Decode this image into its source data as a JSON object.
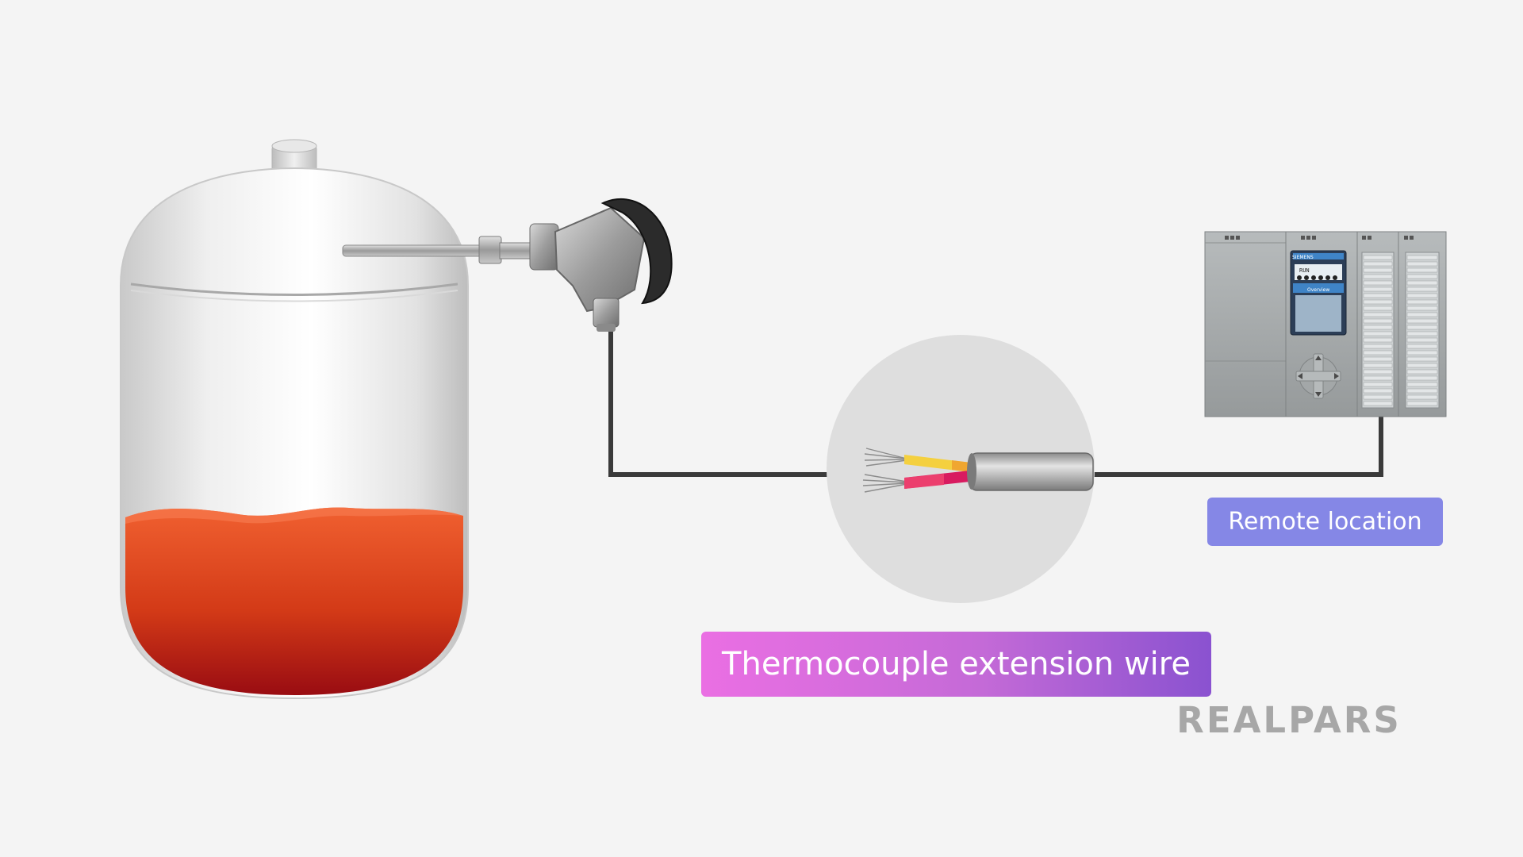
{
  "labels": {
    "extension_wire": "Thermocouple extension wire",
    "remote_location": "Remote location"
  },
  "brand": {
    "logo_text": "REALPARS"
  },
  "plc": {
    "brand": "SIEMENS",
    "status": "RUN",
    "screen_label": "Overview"
  },
  "colors": {
    "background": "#f4f4f4",
    "tank_body": "#e6e6e6",
    "liquid_top": "#f05a28",
    "liquid_bottom": "#9c0f12",
    "wire": "#3a3a3a",
    "conductor_positive": "#f4d03f",
    "conductor_negative": "#d81b60",
    "plc_housing": "#a9adae",
    "label_purple": "#8587e6",
    "label_pink_start": "#ea6fe3",
    "label_pink_end": "#8a52d0"
  }
}
